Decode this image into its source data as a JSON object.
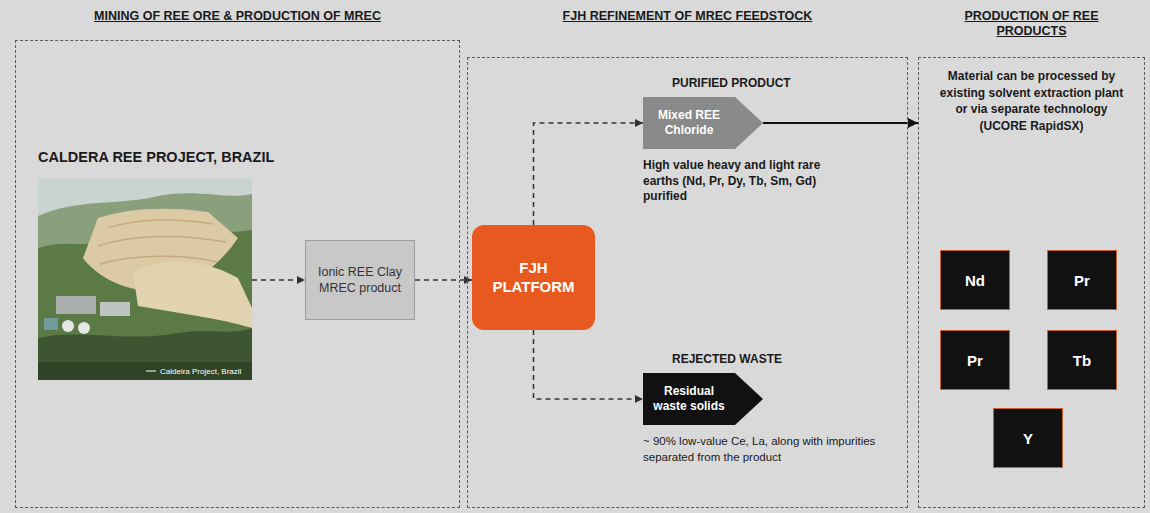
{
  "diagram": {
    "nodes": [
      {
        "text": [
          "MINING OF REE ORE & PRODUCTION OF MREC",
          "CALDERA REE PROJECT, BRAZIL"
        ]
      },
      {
        "text": [
          "Caldeira Project, Brazil"
        ],
        "in": 0
      },
      {
        "text": [
          "Ionic REE Clay MREC product"
        ],
        "in": 0
      },
      {
        "text": [
          "FJH REFINEMENT OF MREC FEEDSTOCK"
        ]
      },
      {
        "text": [
          "FJH PLATFORM"
        ],
        "in": 3
      },
      {
        "text": [
          "PURIFIED PRODUCT",
          "Mixed REE Chloride",
          "High value heavy and light rare earths (Nd, Pr, Dy, Tb, Sm, Gd) purified"
        ],
        "in": 3
      },
      {
        "text": [
          "REJECTED WASTE",
          "Residual waste solids",
          "~ 90% low-value Ce, La, along with impurities separated from the product"
        ],
        "in": 3
      },
      {
        "text": [
          "PRODUCTION OF REE PRODUCTS",
          "Material can be processed by existing solvent extraction plant or via separate technology (UCORE RapidSX)"
        ]
      },
      {
        "text": [
          "Nd"
        ],
        "in": 7
      },
      {
        "text": [
          "Pr"
        ],
        "in": 7
      },
      {
        "text": [
          "Pr"
        ],
        "in": 7
      },
      {
        "text": [
          "Tb"
        ],
        "in": 7
      },
      {
        "text": [
          "Y"
        ],
        "in": 7
      }
    ],
    "edges": [
      {
        "from": 1,
        "to": 2,
        "arrow": "to"
      },
      {
        "from": 2,
        "to": 4,
        "arrow": "to"
      },
      {
        "from": 4,
        "to": 5,
        "arrow": "to"
      },
      {
        "from": 4,
        "to": 6,
        "arrow": "to"
      },
      {
        "from": 5,
        "to": 7,
        "arrow": "to"
      }
    ]
  }
}
